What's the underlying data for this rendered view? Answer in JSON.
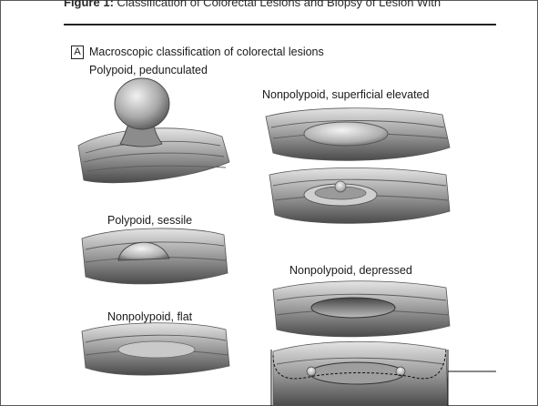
{
  "figure": {
    "caption_label": "Figure 1:",
    "caption_text": "Classification of Colorectal Lesions and Biopsy of Lesion With"
  },
  "panel": {
    "letter": "A",
    "title": "Macroscopic classification of colorectal lesions"
  },
  "lesions": {
    "polypoid_pedunculated": "Polypoid, pedunculated",
    "nonpolypoid_superficial_elevated": "Nonpolypoid, superficial elevated",
    "polypoid_sessile": "Polypoid, sessile",
    "nonpolypoid_depressed": "Nonpolypoid, depressed",
    "nonpolypoid_flat": "Nonpolypoid, flat"
  }
}
